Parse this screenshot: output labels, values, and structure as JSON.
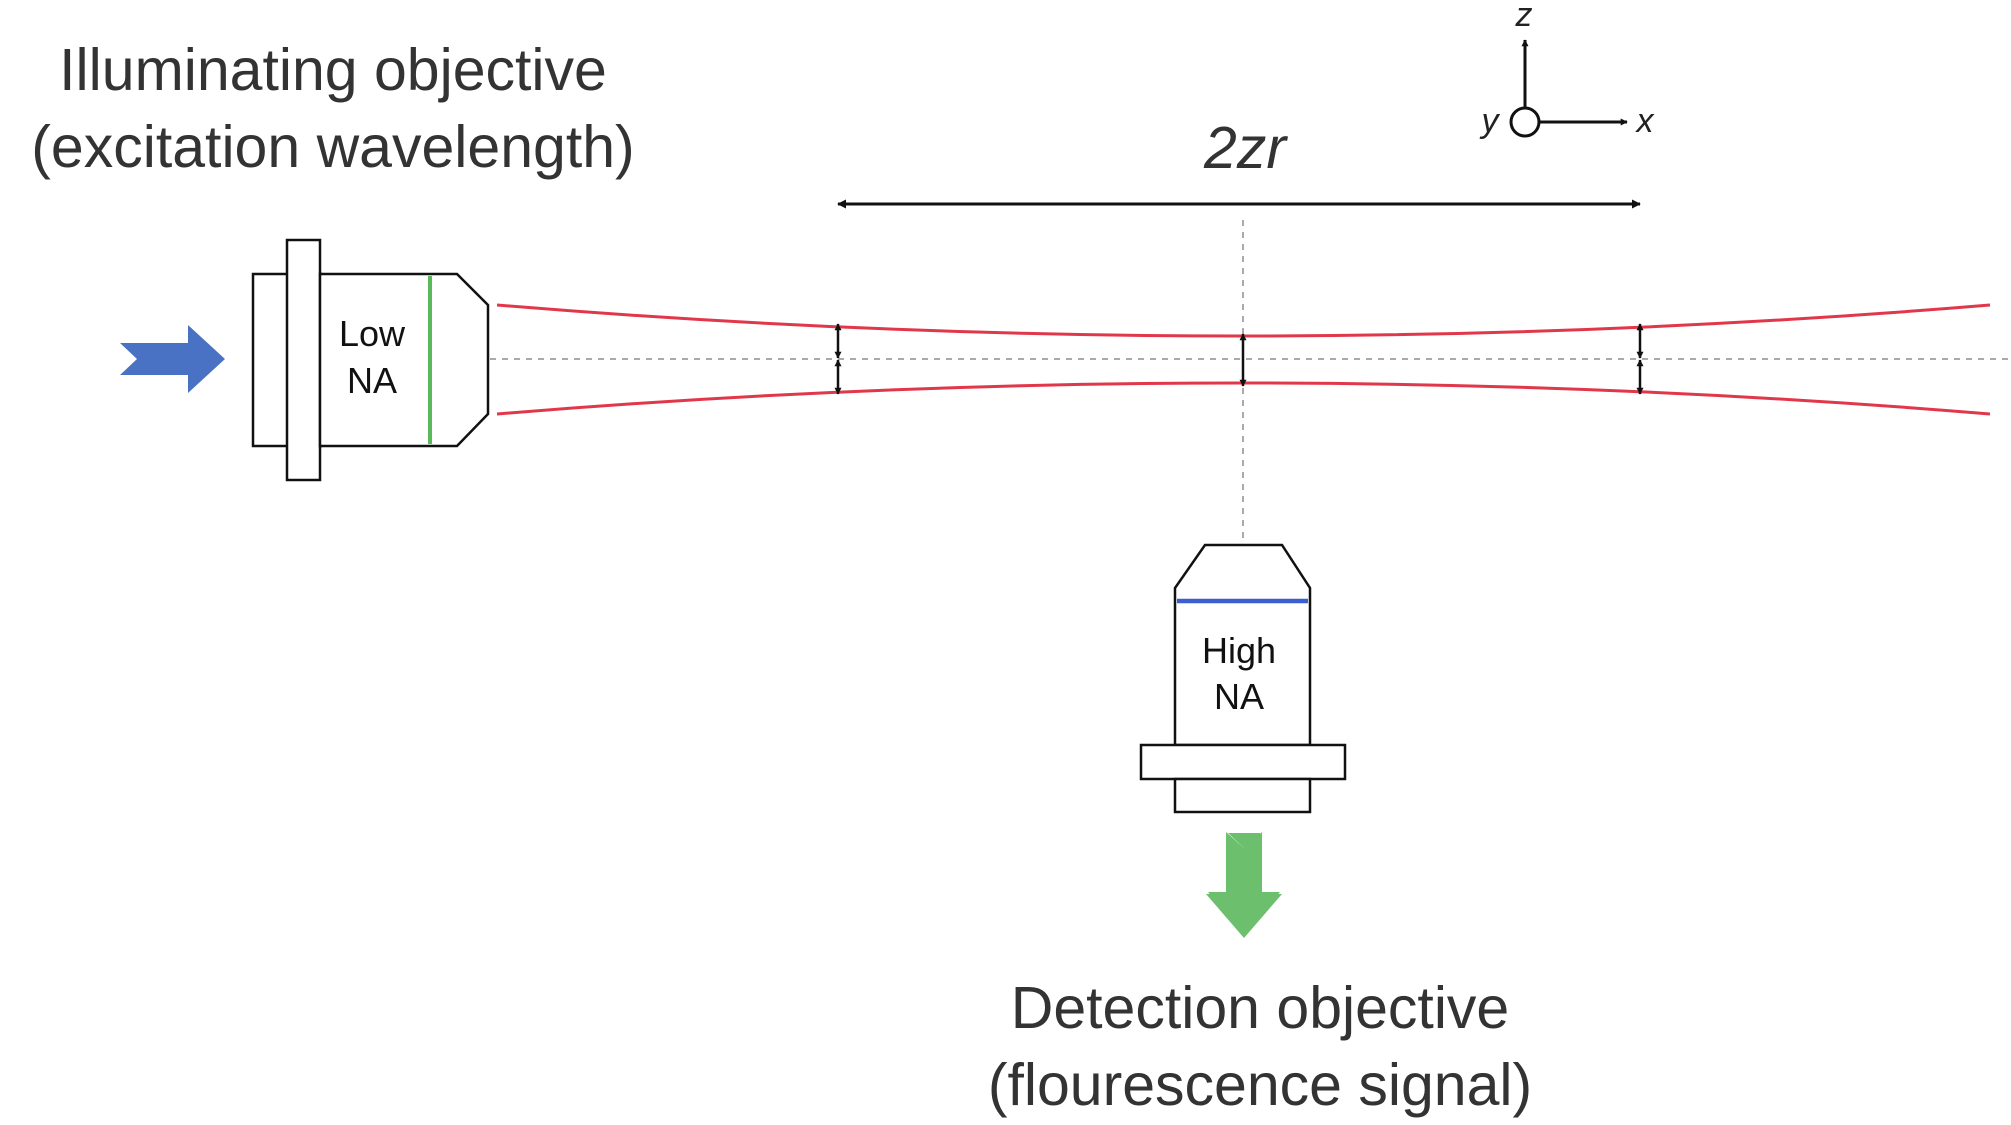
{
  "illumination": {
    "title_line1": "Illuminating objective",
    "title_line2": "(excitation wavelength)",
    "objective_line1": "Low",
    "objective_line2": "NA",
    "lens_color": "#5cb85c",
    "arrow_color": "#4a72c4"
  },
  "detection": {
    "title_line1": "Detection objective",
    "title_line2": "(flourescence signal)",
    "objective_line1": "High",
    "objective_line2": "NA",
    "lens_color": "#3b5fd0",
    "arrow_color": "#6cbf6c"
  },
  "beam": {
    "range_label": "2zr",
    "color": "#e0384a"
  },
  "axes": {
    "z": "z",
    "y": "y",
    "x": "x"
  }
}
